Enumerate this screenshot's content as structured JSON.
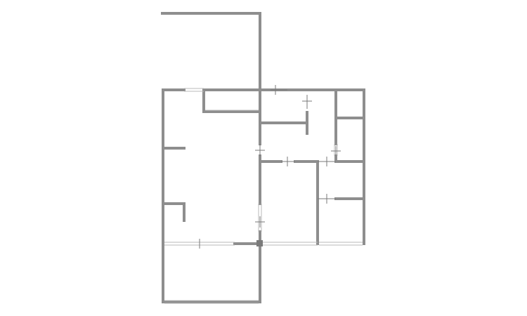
{
  "plan": {
    "colors": {
      "background": "#ffffff",
      "wall": "#8e8e8e",
      "window": "#b8b8b8",
      "door_tick": "#7a7a7a"
    },
    "elements": [
      "exterior-walls",
      "interior-walls",
      "windows",
      "doors",
      "column"
    ]
  }
}
